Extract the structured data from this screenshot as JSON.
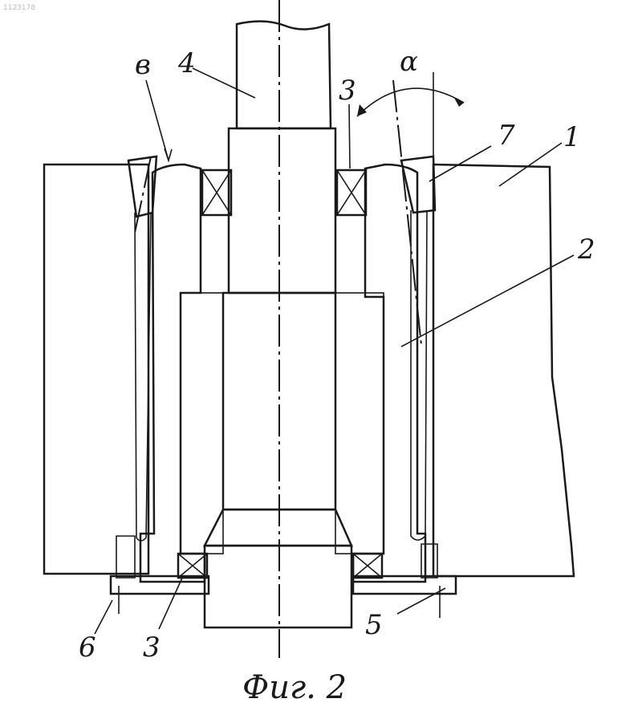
{
  "figure": {
    "caption": "Фиг. 2",
    "scan_mark": "1123178",
    "labels": {
      "label_1": "1",
      "label_2": "2",
      "label_3_top": "3",
      "label_3_bottom": "3",
      "label_4": "4",
      "label_5": "5",
      "label_6": "6",
      "label_7": "7",
      "label_b": "в",
      "label_alpha": "α"
    }
  }
}
